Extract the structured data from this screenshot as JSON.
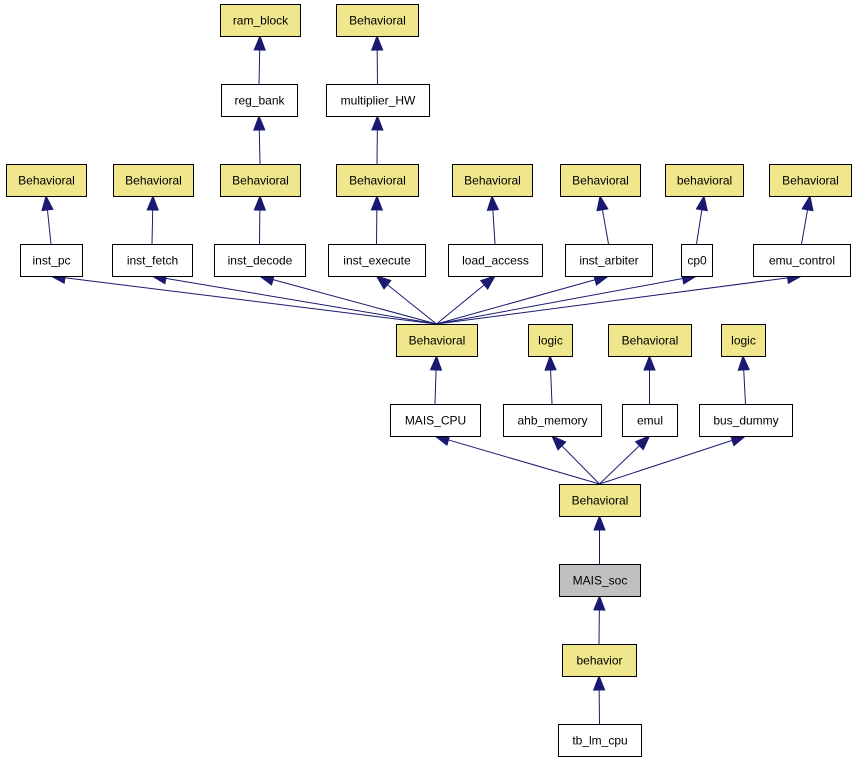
{
  "colors": {
    "architecture_fill": "#f0e68c",
    "entity_fill": "#ffffff",
    "root_fill": "#c0c0c0",
    "border": "#000000",
    "edge": "#191970"
  },
  "nodes": {
    "ram_block": {
      "label": "ram_block",
      "kind": "architecture"
    },
    "beh_mult": {
      "label": "Behavioral",
      "kind": "architecture"
    },
    "reg_bank": {
      "label": "reg_bank",
      "kind": "entity"
    },
    "multiplier_hw": {
      "label": "multiplier_HW",
      "kind": "entity"
    },
    "beh_pc": {
      "label": "Behavioral",
      "kind": "architecture"
    },
    "beh_fetch": {
      "label": "Behavioral",
      "kind": "architecture"
    },
    "beh_decode": {
      "label": "Behavioral",
      "kind": "architecture"
    },
    "beh_execute": {
      "label": "Behavioral",
      "kind": "architecture"
    },
    "beh_load": {
      "label": "Behavioral",
      "kind": "architecture"
    },
    "beh_arbiter": {
      "label": "Behavioral",
      "kind": "architecture"
    },
    "beh_cp0": {
      "label": "behavioral",
      "kind": "architecture"
    },
    "beh_emu": {
      "label": "Behavioral",
      "kind": "architecture"
    },
    "inst_pc": {
      "label": "inst_pc",
      "kind": "entity"
    },
    "inst_fetch": {
      "label": "inst_fetch",
      "kind": "entity"
    },
    "inst_decode": {
      "label": "inst_decode",
      "kind": "entity"
    },
    "inst_execute": {
      "label": "inst_execute",
      "kind": "entity"
    },
    "load_access": {
      "label": "load_access",
      "kind": "entity"
    },
    "inst_arbiter": {
      "label": "inst_arbiter",
      "kind": "entity"
    },
    "cp0": {
      "label": "cp0",
      "kind": "entity"
    },
    "emu_control": {
      "label": "emu_control",
      "kind": "entity"
    },
    "beh_cpu": {
      "label": "Behavioral",
      "kind": "architecture"
    },
    "logic_ahb": {
      "label": "logic",
      "kind": "architecture"
    },
    "beh_emul": {
      "label": "Behavioral",
      "kind": "architecture"
    },
    "logic_bus": {
      "label": "logic",
      "kind": "architecture"
    },
    "mais_cpu": {
      "label": "MAIS_CPU",
      "kind": "entity"
    },
    "ahb_memory": {
      "label": "ahb_memory",
      "kind": "entity"
    },
    "emul": {
      "label": "emul",
      "kind": "entity"
    },
    "bus_dummy": {
      "label": "bus_dummy",
      "kind": "entity"
    },
    "beh_soc": {
      "label": "Behavioral",
      "kind": "architecture"
    },
    "mais_soc": {
      "label": "MAIS_soc",
      "kind": "root"
    },
    "behavior_tb": {
      "label": "behavior",
      "kind": "architecture"
    },
    "tb_lm_cpu": {
      "label": "tb_lm_cpu",
      "kind": "entity"
    }
  },
  "edges": [
    [
      "reg_bank",
      "ram_block"
    ],
    [
      "multiplier_hw",
      "beh_mult"
    ],
    [
      "beh_decode",
      "reg_bank"
    ],
    [
      "beh_execute",
      "multiplier_hw"
    ],
    [
      "inst_pc",
      "beh_pc"
    ],
    [
      "inst_fetch",
      "beh_fetch"
    ],
    [
      "inst_decode",
      "beh_decode"
    ],
    [
      "inst_execute",
      "beh_execute"
    ],
    [
      "load_access",
      "beh_load"
    ],
    [
      "inst_arbiter",
      "beh_arbiter"
    ],
    [
      "cp0",
      "beh_cp0"
    ],
    [
      "emu_control",
      "beh_emu"
    ],
    [
      "beh_cpu",
      "inst_pc"
    ],
    [
      "beh_cpu",
      "inst_fetch"
    ],
    [
      "beh_cpu",
      "inst_decode"
    ],
    [
      "beh_cpu",
      "inst_execute"
    ],
    [
      "beh_cpu",
      "load_access"
    ],
    [
      "beh_cpu",
      "inst_arbiter"
    ],
    [
      "beh_cpu",
      "cp0"
    ],
    [
      "beh_cpu",
      "emu_control"
    ],
    [
      "mais_cpu",
      "beh_cpu"
    ],
    [
      "ahb_memory",
      "logic_ahb"
    ],
    [
      "emul",
      "beh_emul"
    ],
    [
      "bus_dummy",
      "logic_bus"
    ],
    [
      "beh_soc",
      "mais_cpu"
    ],
    [
      "beh_soc",
      "ahb_memory"
    ],
    [
      "beh_soc",
      "emul"
    ],
    [
      "beh_soc",
      "bus_dummy"
    ],
    [
      "mais_soc",
      "beh_soc"
    ],
    [
      "behavior_tb",
      "mais_soc"
    ],
    [
      "tb_lm_cpu",
      "behavior_tb"
    ]
  ]
}
